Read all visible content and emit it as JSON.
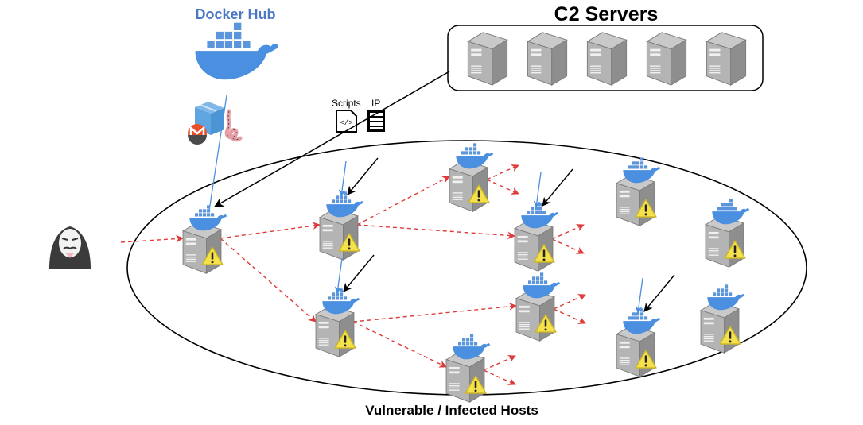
{
  "registry": {
    "title": "Docker Hub",
    "title_color": "#4a78c4",
    "icon": "docker-whale-icon",
    "payload_icons": [
      "monero-coin-icon",
      "package-box-icon",
      "worm-icon"
    ]
  },
  "c2": {
    "title": "C2 Servers",
    "server_count": 5,
    "server_icon": "server-tower-icon"
  },
  "transfer": {
    "scripts_label": "Scripts",
    "ip_label": "IP",
    "scripts_icon": "code-file-icon",
    "ip_icon": "ip-list-icon"
  },
  "attacker": {
    "icon": "anonymous-hacker-icon"
  },
  "network": {
    "label": "Vulnerable / Infected Hosts",
    "host_icon": "server-tower-icon",
    "container_icon": "docker-whale-icon",
    "warning_icon": "warning-triangle-icon",
    "hosts": [
      {
        "id": "h1",
        "c2_link": true,
        "registry_link": true
      },
      {
        "id": "h2",
        "c2_link": true,
        "registry_link": true
      },
      {
        "id": "h3",
        "c2_link": false,
        "registry_link": false
      },
      {
        "id": "h4",
        "c2_link": true,
        "registry_link": true
      },
      {
        "id": "h5",
        "c2_link": false,
        "registry_link": false
      },
      {
        "id": "h6",
        "c2_link": false,
        "registry_link": false
      },
      {
        "id": "h7",
        "c2_link": true,
        "registry_link": true
      },
      {
        "id": "h8",
        "c2_link": false,
        "registry_link": false
      },
      {
        "id": "h9",
        "c2_link": false,
        "registry_link": false
      },
      {
        "id": "h10",
        "c2_link": true,
        "registry_link": true
      },
      {
        "id": "h11",
        "c2_link": false,
        "registry_link": false
      }
    ],
    "spread_edges": [
      [
        "attacker",
        "h1"
      ],
      [
        "h1",
        "h2"
      ],
      [
        "h1",
        "h7"
      ],
      [
        "h2",
        "h3"
      ],
      [
        "h2",
        "h4"
      ],
      [
        "h7",
        "h8"
      ],
      [
        "h7",
        "h9"
      ]
    ]
  },
  "colors": {
    "docker_blue": "#4a8fe0",
    "spread_red": "#e03a3a",
    "warning_yellow": "#f5e24a",
    "server_gray": "#9a9a9a"
  }
}
